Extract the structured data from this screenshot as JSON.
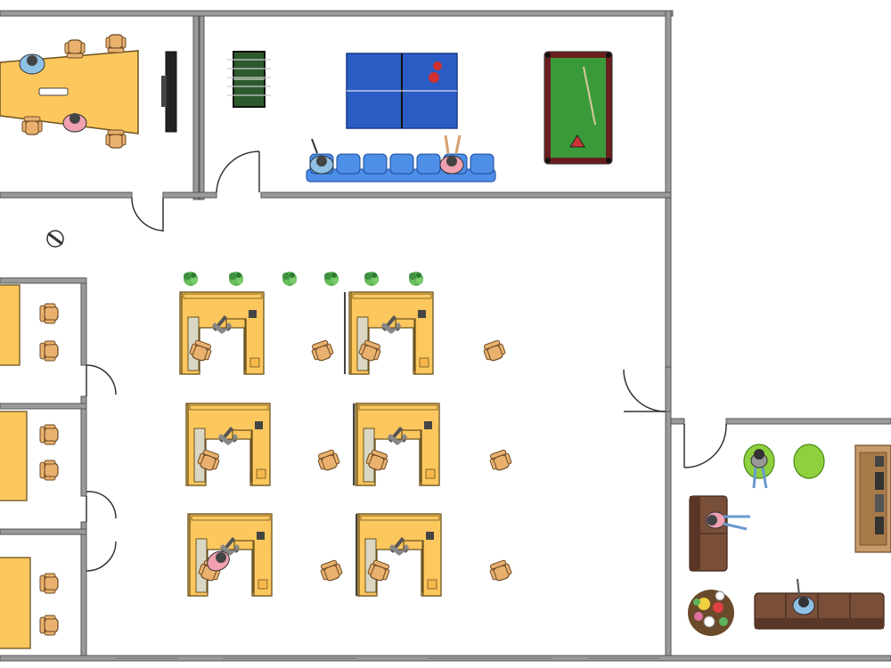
{
  "plan": {
    "rooms": {
      "conference": "conference-room",
      "game": "game-room",
      "open_office": "open-office",
      "lounge": "lounge",
      "private_offices": [
        "office-1",
        "office-2",
        "office-3"
      ]
    },
    "colors": {
      "wall": "#9a9a9a",
      "wall_dark": "#555555",
      "desk": "#fcc75d",
      "desk_stroke": "#6b5320",
      "chair": "#e9b06e",
      "chair_stroke": "#6b4a24",
      "panel": "#d9d7c4",
      "pingpong": "#2b5cc4",
      "pool_felt": "#3a9a3a",
      "pool_rail": "#6b1e1e",
      "sofa": "#7a4f3a",
      "bench_seat": "#4d8ee6",
      "beanbag": "#8fd03f",
      "plant": "#5ab35a",
      "person_blue": "#8fc0e6",
      "person_pink": "#f0a0b0"
    },
    "icons": [
      "foosball-table-icon",
      "ping-pong-table-icon",
      "pool-table-icon",
      "tv-screen-icon",
      "plant-icon",
      "chair-icon",
      "person-icon",
      "sofa-icon",
      "beanbag-icon",
      "flower-planter-icon",
      "bookshelf-icon",
      "door-icon"
    ]
  }
}
